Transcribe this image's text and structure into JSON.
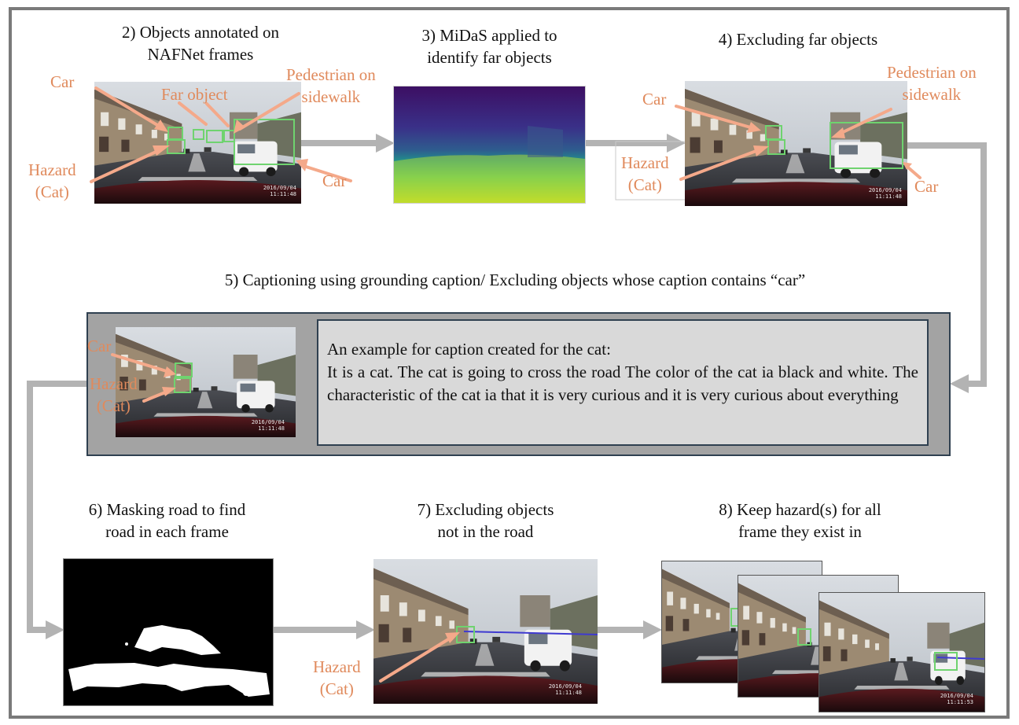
{
  "steps": {
    "step2": "2) Objects annotated on\nNAFNet frames",
    "step3": "3) MiDaS applied to\nidentify far objects",
    "step4": "4) Excluding far objects",
    "step5": "5) Captioning using grounding caption/ Excluding objects whose caption contains “car”",
    "step6": "6) Masking road to find\nroad in each frame",
    "step7": "7) Excluding objects\nnot in the road",
    "step8": "8) Keep hazard(s) for all\nframe they exist in"
  },
  "labels": {
    "car": "Car",
    "far_object": "Far object",
    "pedestrian": "Pedestrian on\nsidewalk",
    "hazard_cat": "Hazard\n(Cat)"
  },
  "timestamp": "2016/09/04\n11:11:48",
  "timestamp_b": "2016/09/04\n11:11:53",
  "caption": {
    "heading": "An example for caption created for the cat:",
    "body": "It is a cat. The cat is going to cross the road The color of the cat ia black and white. The characteristic of the cat ia that it is very curious and it is very curious about everything"
  },
  "colors": {
    "label_orange": "#e08a5c",
    "box_green": "#6fd36f",
    "arrow_gray": "#b3b3b3",
    "arrow_salmon": "#f4a98a",
    "panel_gray": "#a3a3a3",
    "caption_bg": "#d9d9d9"
  }
}
